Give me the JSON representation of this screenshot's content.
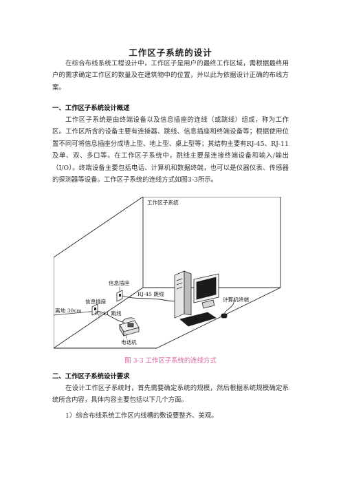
{
  "doc": {
    "title": "工作区子系统的设计",
    "intro": "在综合布线系统工程设计中，工作区子是用户的最终工作区域，需根据最终用户的需求确定工作区的数量及在建筑物中的位置，并以此为依据设计正确的布线方案。",
    "section1_heading": "一、工作区子系统设计概述",
    "section1_body": "工作区子系统是由终端设备以及信息插座的连线（或跳线）组成，称为工作区。工作区所含的设备主要有连接器、跳线、信息插座和终端设备等；根据使用位置不同可将信息插座分成墙上型、地上型、桌上型等；其结构主要有RJ-45、RJ-11及单、双、多口等。在工作区子系统中，跳线主要是连接终端设备和输入/输出（I/O）。终端设备主要包括电话、计算机和数据终端，也可以是仪器仪表、传感器的探测器等设备。工作区子系统的连线方式如图3-3所示。",
    "figure": {
      "label_area": "工作区子系统",
      "label_outlet_upper": "信息插座",
      "label_outlet_lower": "信息插座",
      "label_floor": "离地 30cm",
      "label_rj45": "RJ-45 跳线",
      "label_rj11": "RJ-11 跳线",
      "label_computer": "计算机终端",
      "label_phone": "电话机"
    },
    "caption": "图 3-3 工作区子系统的连线方式",
    "section2_heading": "二、工作区子系统设计要求",
    "section2_body": "在设计工作区子系统时，首先需要确定系统的规模，然后根据系统规模确定系统所含内容，具体内容主要包括以下几个方面。",
    "item1": "1）综合布线系统工作区内线槽的敷设要整齐、美观。"
  },
  "colors": {
    "caption": "#e0609a",
    "text": "#333333"
  }
}
